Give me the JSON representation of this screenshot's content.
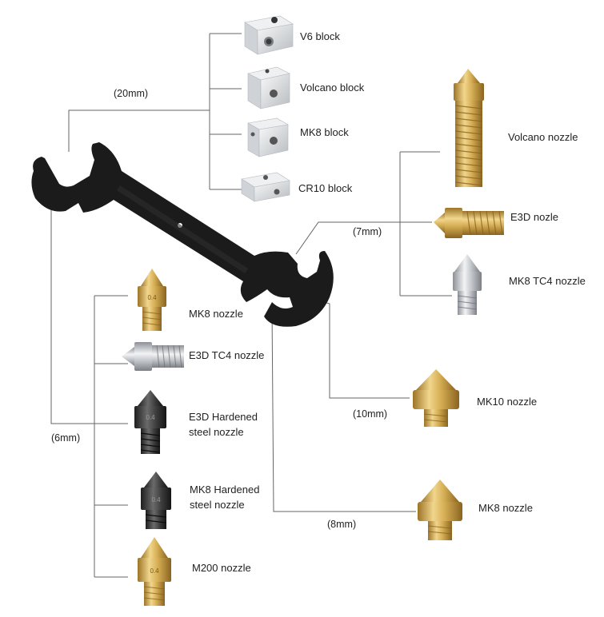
{
  "dimensions": {
    "size_20mm": "(20mm)",
    "size_7mm": "(7mm)",
    "size_10mm": "(10mm)",
    "size_6mm": "(6mm)",
    "size_8mm": "(8mm)"
  },
  "blocks": {
    "v6": "V6 block",
    "volcano": "Volcano  block",
    "mk8": "MK8 block",
    "cr10": "CR10 block"
  },
  "nozzles_7mm": {
    "volcano": "Volcano nozzle",
    "e3d": "E3D nozle",
    "mk8_tc4": "MK8 TC4 nozzle"
  },
  "nozzle_10mm": {
    "mk10": "MK10 nozzle"
  },
  "nozzle_8mm": {
    "mk8": "MK8 nozzle"
  },
  "nozzles_6mm": {
    "mk8": "MK8 nozzle",
    "e3d_tc4": "E3D TC4 nozzle",
    "e3d_hardened_line1": "E3D Hardened",
    "e3d_hardened_line2": "steel nozzle",
    "mk8_hardened_line1": "MK8 Hardened",
    "mk8_hardened_line2": "steel nozzle",
    "m200": "M200 nozzle"
  },
  "nozzle_tip_marks": {
    "mk8_6mm": "0.4",
    "e3d_hardened": "0.4",
    "mk8_hardened": "0.4",
    "m200": "0.4"
  },
  "colors": {
    "wrench": "#1a1a1a",
    "brass": "#d9b35a",
    "brass_dark": "#a8812e",
    "steel": "#c8cbcf",
    "aluminum": "#e4e6e8",
    "hardened": "#3c3c3c",
    "connector_line": "#666666"
  }
}
